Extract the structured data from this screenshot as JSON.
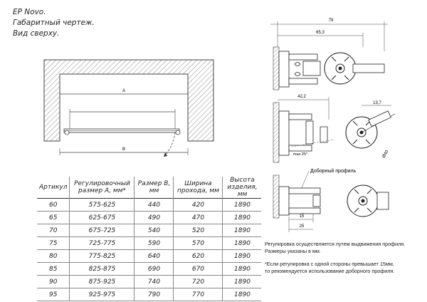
{
  "title": {
    "line1": "EP Novo.",
    "line2": "Габаритный чертеж.",
    "line3": "Вид сверху."
  },
  "plan": {
    "label_a": "A",
    "label_b": "B"
  },
  "table": {
    "headers": [
      "Артикул",
      "Регулировочный размер А, мм*",
      "Размер В, мм",
      "Ширина прохода, мм",
      "Высота изделия, мм"
    ],
    "rows": [
      [
        "60",
        "575-625",
        "440",
        "420",
        "1890"
      ],
      [
        "65",
        "625-675",
        "490",
        "470",
        "1890"
      ],
      [
        "70",
        "675-725",
        "540",
        "520",
        "1890"
      ],
      [
        "75",
        "725-775",
        "590",
        "570",
        "1890"
      ],
      [
        "80",
        "775-825",
        "640",
        "620",
        "1890"
      ],
      [
        "85",
        "825-875",
        "690",
        "670",
        "1890"
      ],
      [
        "90",
        "875-925",
        "740",
        "720",
        "1890"
      ],
      [
        "95",
        "925-975",
        "790",
        "770",
        "1890"
      ]
    ]
  },
  "profiles": {
    "top": {
      "dim_total": "79",
      "dim_inner": "65,3"
    },
    "middle": {
      "dim_width": "42,2",
      "dim_small": "13,7",
      "angle": "max 25°",
      "diameter": "Ø40"
    },
    "bottom": {
      "callout": "Доборный профиль",
      "dim_a": "15",
      "dim_b": "25"
    }
  },
  "notes": {
    "line1": "Регулировка осуществляется путем выдвижения профиля.",
    "line2": "Размеры указаны в мм.",
    "line3": "*Если регулировка с одной стороны превышает 15мм,",
    "line4": "то рекомендуется использование доборного профиля."
  }
}
